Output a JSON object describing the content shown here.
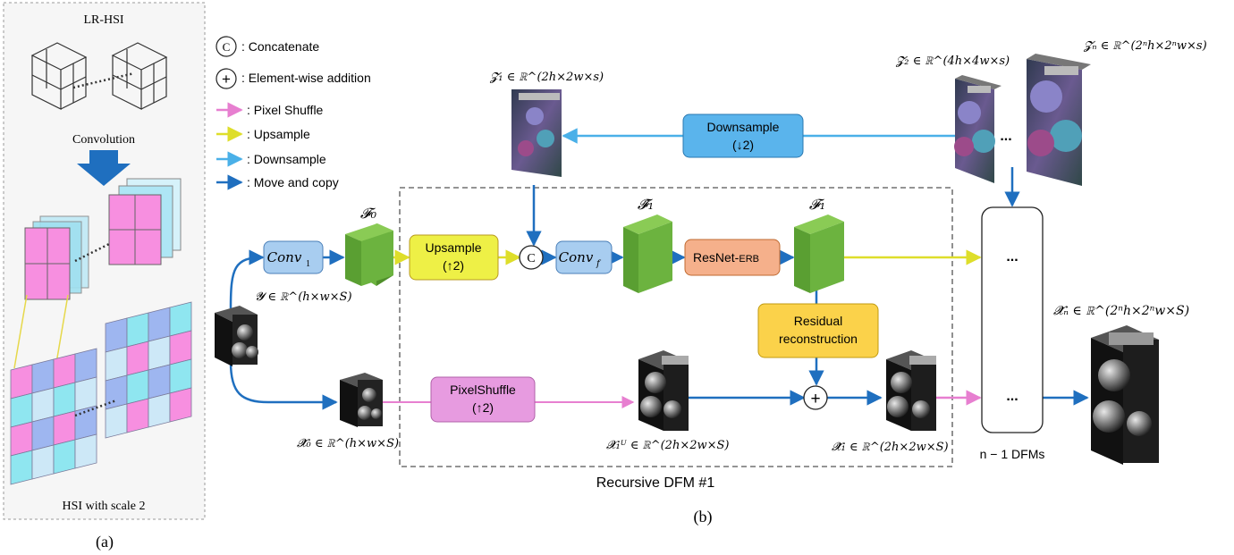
{
  "panel_a": {
    "top_label": "LR-HSI",
    "conv_label": "Convolution",
    "bottom_label": "HSI with scale 2",
    "caption": "(a)"
  },
  "legend": {
    "concat_symbol": "C",
    "concat": ": Concatenate",
    "add_symbol": "+",
    "add": ": Element-wise addition",
    "pixel_shuffle": ": Pixel Shuffle",
    "upsample": ": Upsample",
    "downsample": ": Downsample",
    "move_copy": ": Move and copy"
  },
  "blocks": {
    "conv1": "Conv",
    "conv1_sub": "1",
    "convf": "Conv",
    "convf_sub": "f",
    "upsample": "Upsample",
    "upsample_scale": "(↑2)",
    "downsample": "Downsample",
    "downsample_scale": "(↓2)",
    "resnet": "ResNet-",
    "resnet_suffix": "ERB",
    "residual_line1": "Residual",
    "residual_line2": "reconstruction",
    "pixelshuffle": "PixelShuffle",
    "pixelshuffle_scale": "(↑2)",
    "concat_symbol": "C",
    "add_symbol": "+",
    "dots": "...",
    "dfm_label": "n − 1 DFMs",
    "recursive_label": "Recursive  DFM  #1"
  },
  "math": {
    "F0": "𝓕₀",
    "F1hat": "𝓕̂₁",
    "F1": "𝓕₁",
    "Z1": "𝓩₁ ∈ ℝ^(2h×2w×s)",
    "Z2": "𝓩₂ ∈ ℝ^(4h×4w×s)",
    "Zn": "𝓩ₙ ∈ ℝ^(2ⁿh×2ⁿw×s)",
    "Y": "𝓨 ∈ ℝ^(h×w×S)",
    "X0": "𝓧̃₀ ∈ ℝ^(h×w×S)",
    "X1U": "𝓧₁ᵁ ∈ ℝ^(2h×2w×S)",
    "X1": "𝓧̃₁ ∈ ℝ^(2h×2w×S)",
    "Xn": "𝓧̃ₙ ∈ ℝ^(2ⁿh×2ⁿw×S)"
  },
  "caption_b": "(b)",
  "colors": {
    "pixel_shuffle": "#e77fd0",
    "upsample": "#dede2a",
    "downsample": "#4ab0e8",
    "move_copy": "#1f6fbf",
    "conv_fill": "#a8cdf0",
    "green_cube": "#6cb33f",
    "upsample_fill": "#eef046",
    "downsample_fill": "#5ab4ec",
    "resnet_fill": "#f5b08b",
    "residual_fill": "#fbd24a",
    "pixelshuffle_fill": "#e79be0"
  }
}
